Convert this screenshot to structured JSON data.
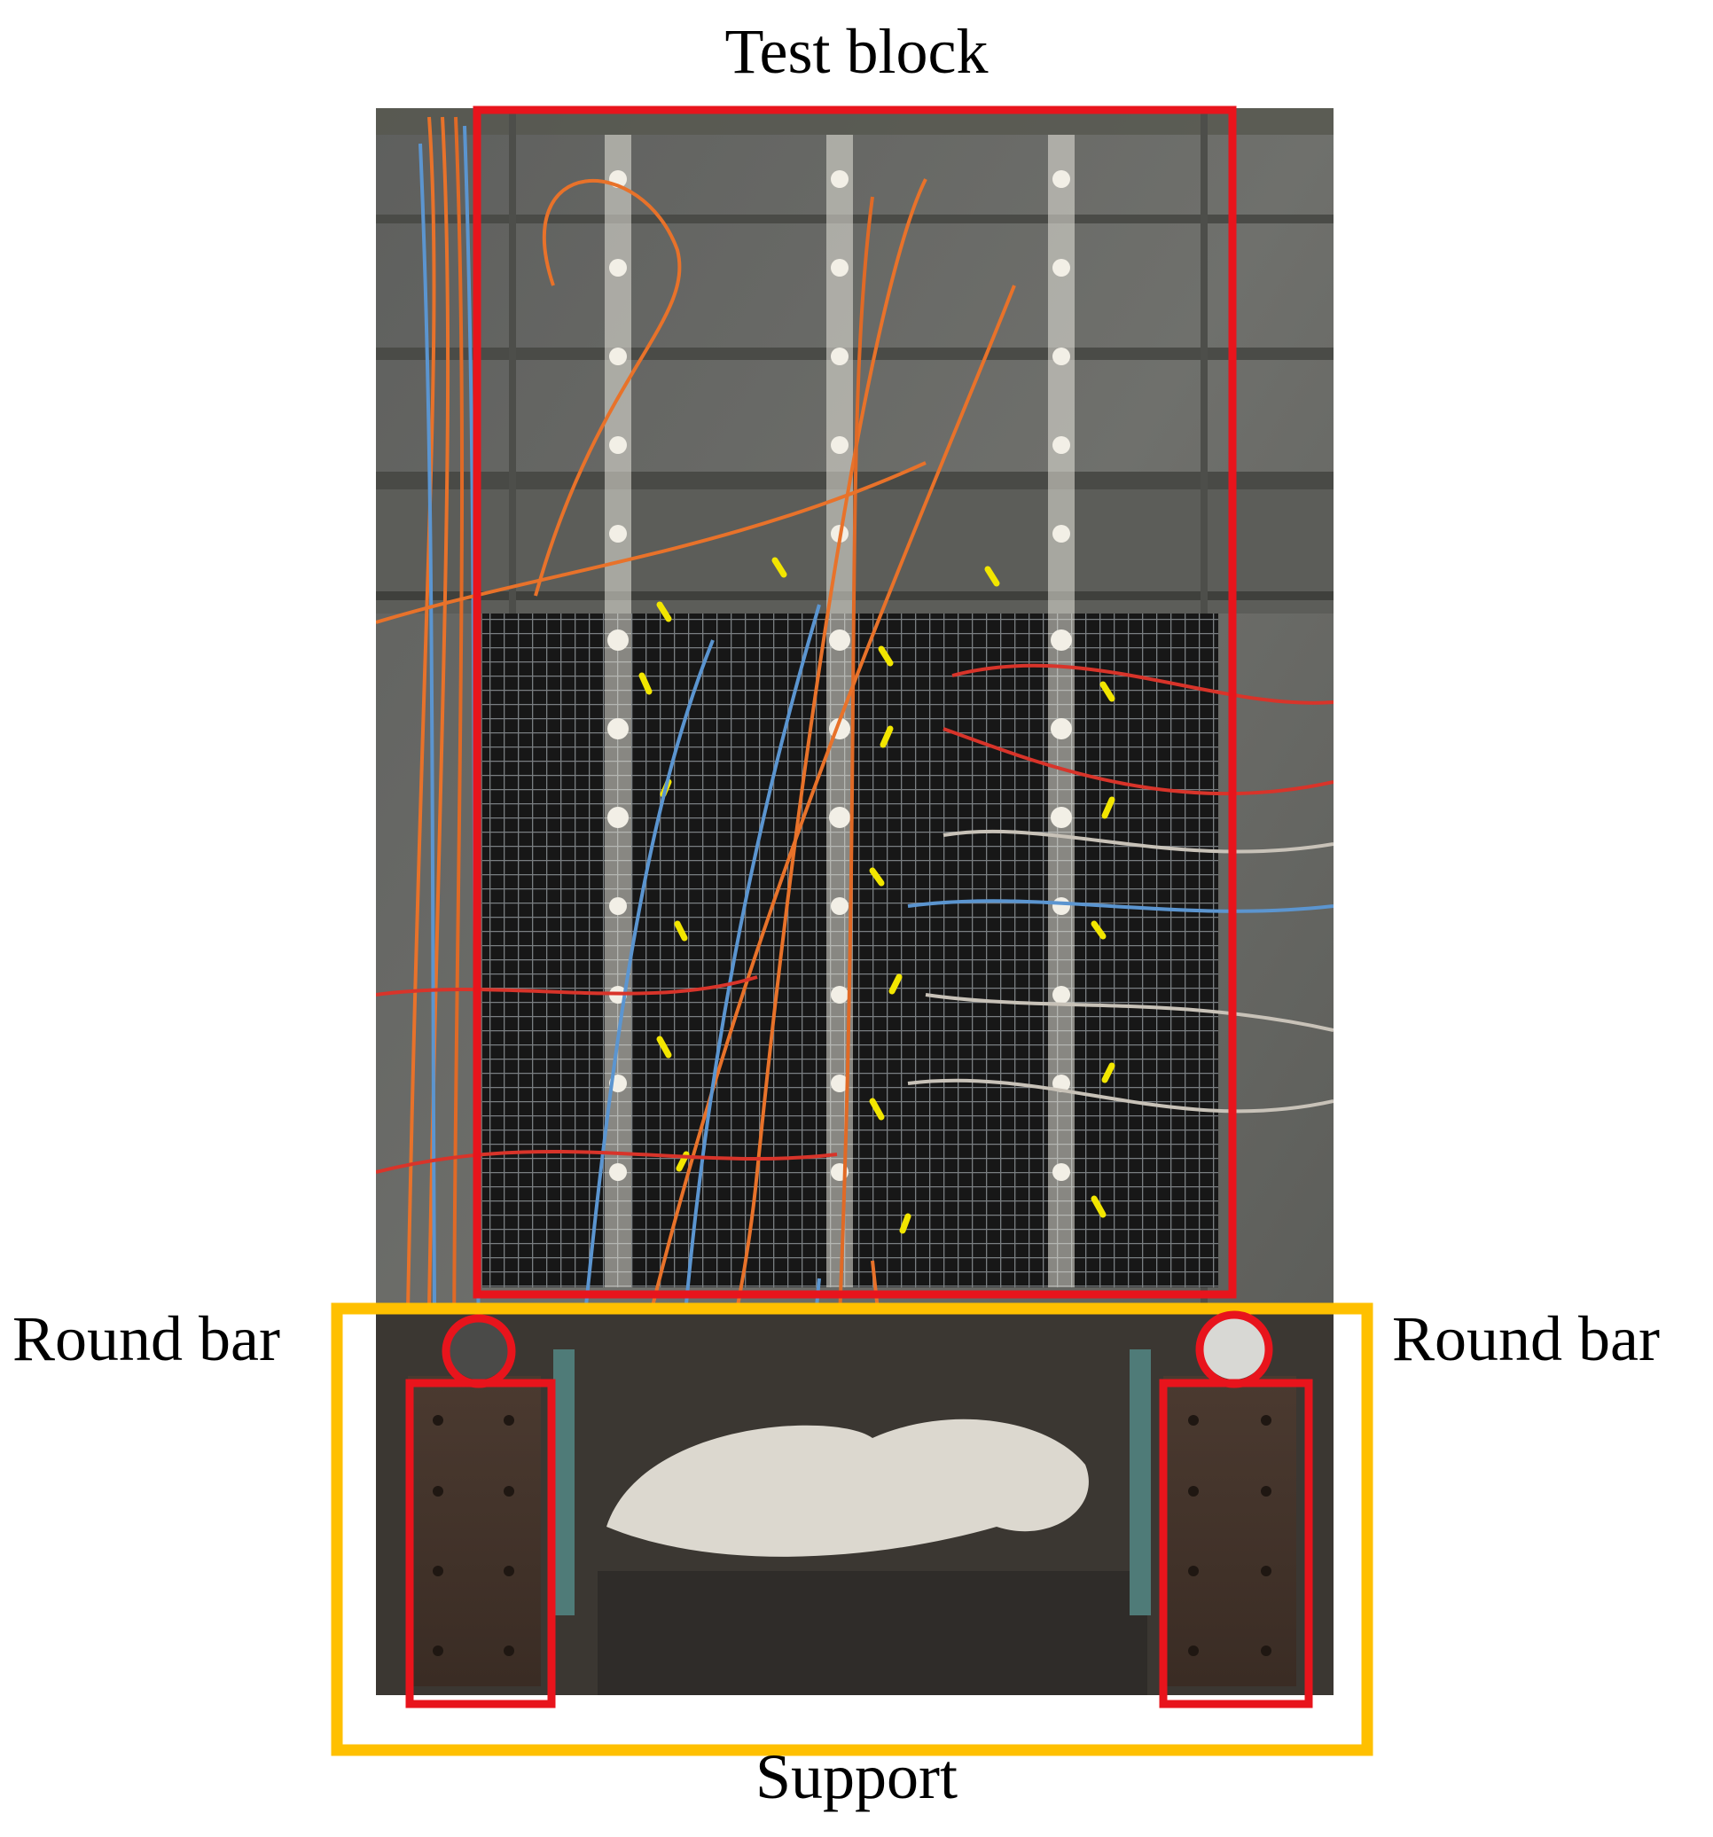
{
  "labels": {
    "top": "Test block",
    "bottom": "Support",
    "left": "Round bar",
    "right": "Round bar"
  },
  "colors": {
    "test_block_box": "#e8141c",
    "support_box": "#ffc000",
    "round_bar_box": "#e8141c",
    "pedestal_box": "#e8141c"
  }
}
